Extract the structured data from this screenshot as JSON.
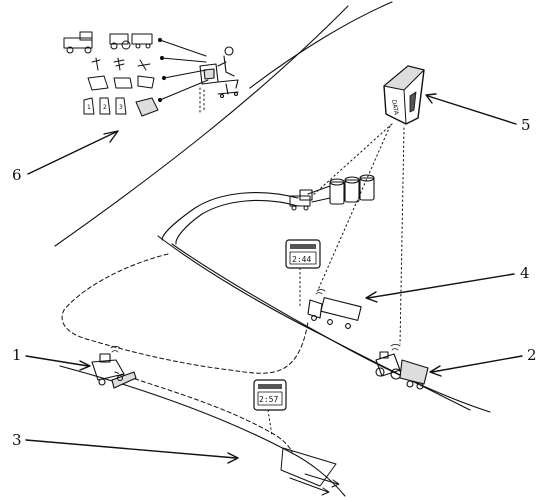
{
  "callouts": [
    {
      "id": "1",
      "text": "1"
    },
    {
      "id": "2",
      "text": "2"
    },
    {
      "id": "3",
      "text": "3"
    },
    {
      "id": "4",
      "text": "4"
    },
    {
      "id": "5",
      "text": "5"
    },
    {
      "id": "6",
      "text": "6"
    }
  ],
  "displays": {
    "upper_time": "2:44",
    "lower_time": "2:57"
  },
  "device": {
    "label": "DATA"
  },
  "icons": {
    "tablet_numbers": [
      "1",
      "2",
      "3"
    ]
  },
  "colors": {
    "ink": "#111111",
    "paper": "#ffffff",
    "shade": "#555555"
  }
}
